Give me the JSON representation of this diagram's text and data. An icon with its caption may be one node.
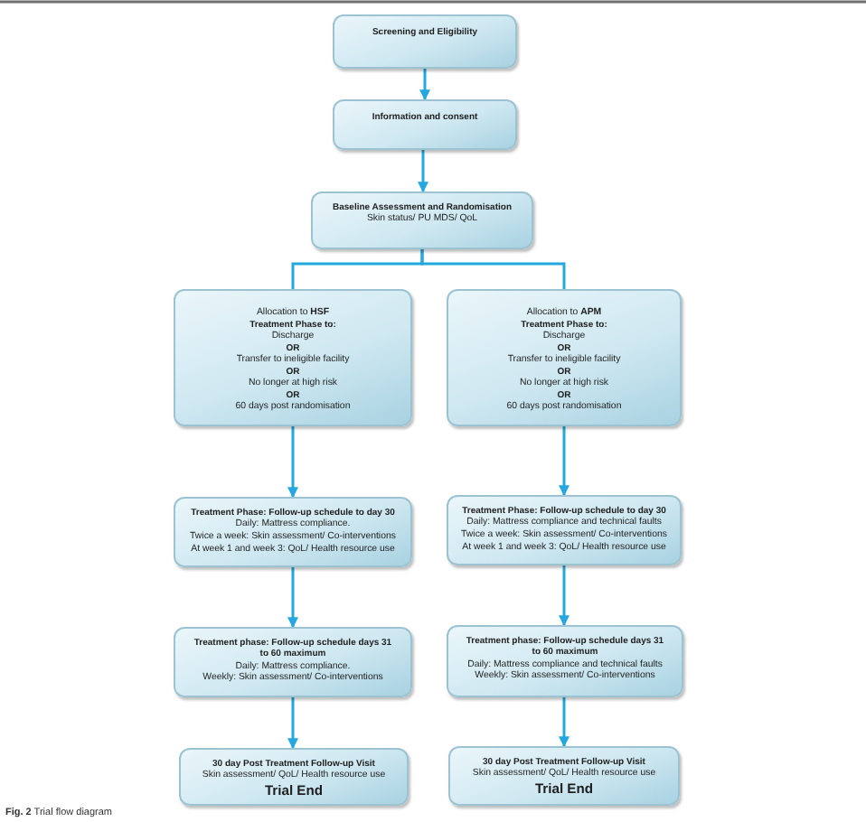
{
  "diagram": {
    "caption": "**Fig. 2** Trial flow diagram",
    "nodes": [
      {
        "text": [
          "Screening and Eligibility"
        ]
      },
      {
        "text": [
          "Information and consent"
        ]
      },
      {
        "text": [
          "Baseline Assessment and Randomisation",
          "Skin status/ PU MDS/ QoL"
        ]
      },
      {
        "text": [
          "Allocation to **HSF**",
          "Treatment Phase to:",
          "Discharge",
          "OR",
          "Transfer to ineligible facility",
          "OR",
          "No longer at high risk",
          "OR",
          "60 days post randomisation"
        ]
      },
      {
        "text": [
          "Allocation to **APM**",
          "Treatment Phase to:",
          "Discharge",
          "OR",
          "Transfer to ineligible facility",
          "OR",
          "No longer at high risk",
          "OR",
          "60 days post randomisation"
        ]
      },
      {
        "text": [
          "Treatment Phase: Follow-up schedule to day 30",
          "Daily: Mattress compliance.",
          "Twice a week: Skin assessment/ Co-interventions",
          "At week 1 and week 3: QoL/ Health resource use"
        ]
      },
      {
        "text": [
          "Treatment Phase: Follow-up schedule to day 30",
          "Daily: Mattress compliance and technical faults",
          "Twice a week: Skin assessment/ Co-interventions",
          "At week 1 and week 3: QoL/ Health resource use"
        ]
      },
      {
        "text": [
          "Treatment phase: Follow-up schedule days 31 to 60 maximum",
          "Daily: Mattress compliance.",
          "Weekly: Skin assessment/ Co-interventions"
        ]
      },
      {
        "text": [
          "Treatment phase: Follow-up schedule days 31 to 60 maximum",
          "Daily: Mattress compliance and technical faults",
          "Weekly: Skin assessment/ Co-interventions"
        ]
      },
      {
        "text": [
          "30 day Post Treatment Follow-up Visit",
          "Skin assessment/ QoL/ Health resource use",
          "Trial End"
        ]
      },
      {
        "text": [
          "30 day Post Treatment Follow-up Visit",
          "Skin assessment/ QoL/ Health resource use",
          "Trial End"
        ]
      }
    ],
    "edges": [
      {
        "from": 0,
        "to": 1,
        "arrow": "to"
      },
      {
        "from": 1,
        "to": 2,
        "arrow": "to"
      },
      {
        "from": 2,
        "to": 3,
        "arrow": "none"
      },
      {
        "from": 2,
        "to": 4,
        "arrow": "none"
      },
      {
        "from": 3,
        "to": 5,
        "arrow": "to"
      },
      {
        "from": 4,
        "to": 6,
        "arrow": "to"
      },
      {
        "from": 5,
        "to": 7,
        "arrow": "to"
      },
      {
        "from": 6,
        "to": 8,
        "arrow": "to"
      },
      {
        "from": 7,
        "to": 9,
        "arrow": "to"
      },
      {
        "from": 8,
        "to": 10,
        "arrow": "to"
      }
    ]
  }
}
